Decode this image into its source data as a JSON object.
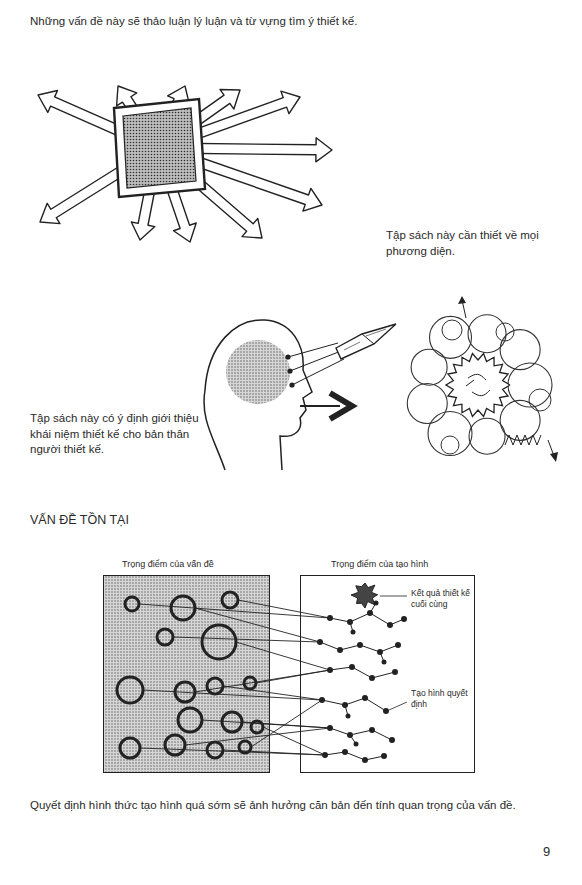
{
  "diagram": {
    "title": "VẤN ĐỀ TỒN TẠI",
    "caption": "Quyết định hình thức tạo hình quá sớm sẽ ảnh hưởng căn bản đến tính quan trọng của vấn đề.",
    "nodes": [
      {
        "text": [
          "Trọng điểm của vấn đề"
        ]
      },
      {
        "text": [
          "Trọng điểm của tạo hình"
        ]
      }
    ],
    "labels": [
      "Những vấn đề này sẽ thảo luận lý luận và từ vựng tìm ý thiết kế.",
      "Tập sách này cần thiết về mọi phương diện.",
      "Tập sách này có ý định giới thiệu khái niệm thiết kế cho bản thân người thiết kế.",
      "Kết quả thiết kế cuối cùng",
      "Tạo hình quyết định",
      "9"
    ]
  }
}
